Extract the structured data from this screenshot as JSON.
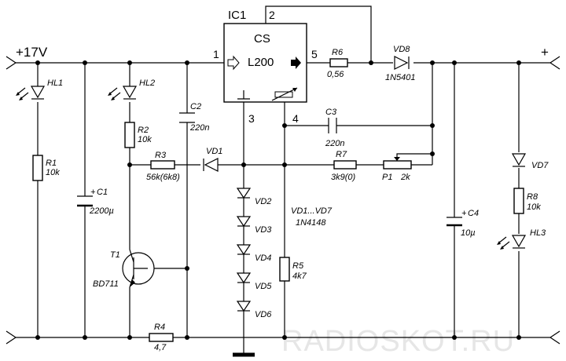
{
  "input": {
    "label": "+17V"
  },
  "output": {
    "label": "+"
  },
  "ic": {
    "ref": "IC1",
    "name": "L200",
    "cs_label": "CS",
    "pins": {
      "p1": "1",
      "p2": "2",
      "p3": "3",
      "p4": "4",
      "p5": "5"
    }
  },
  "components": {
    "HL1": {
      "ref": "HL1"
    },
    "R1": {
      "ref": "R1",
      "value": "10k"
    },
    "C1": {
      "ref": "C1",
      "value": "2200µ",
      "polarity": "+"
    },
    "HL2": {
      "ref": "HL2"
    },
    "R2": {
      "ref": "R2",
      "value": "10k"
    },
    "C2": {
      "ref": "C2",
      "value": "220n"
    },
    "R3": {
      "ref": "R3",
      "value": "56k(6k8)"
    },
    "VD1": {
      "ref": "VD1"
    },
    "T1": {
      "ref": "T1",
      "type": "BD711"
    },
    "R4": {
      "ref": "R4",
      "value": "4,7"
    },
    "R6": {
      "ref": "R6",
      "value": "0,56"
    },
    "VD8": {
      "ref": "VD8",
      "type": "1N5401"
    },
    "C3": {
      "ref": "C3",
      "value": "220n"
    },
    "R7": {
      "ref": "R7",
      "value": "3k9(0)"
    },
    "P1": {
      "ref": "P1",
      "value": "2k"
    },
    "VD2": {
      "ref": "VD2"
    },
    "VD3": {
      "ref": "VD3"
    },
    "VD4": {
      "ref": "VD4"
    },
    "VD5": {
      "ref": "VD5"
    },
    "VD6": {
      "ref": "VD6"
    },
    "R5": {
      "ref": "R5",
      "value": "4k7"
    },
    "C4": {
      "ref": "C4",
      "value": "10µ",
      "polarity": "+"
    },
    "VD7": {
      "ref": "VD7"
    },
    "R8": {
      "ref": "R8",
      "value": "10k"
    },
    "HL3": {
      "ref": "HL3"
    }
  },
  "notes": {
    "diodes": "VD1...VD7",
    "diodes_type": "1N4148"
  },
  "watermark": "RADIOSKOT.RU"
}
